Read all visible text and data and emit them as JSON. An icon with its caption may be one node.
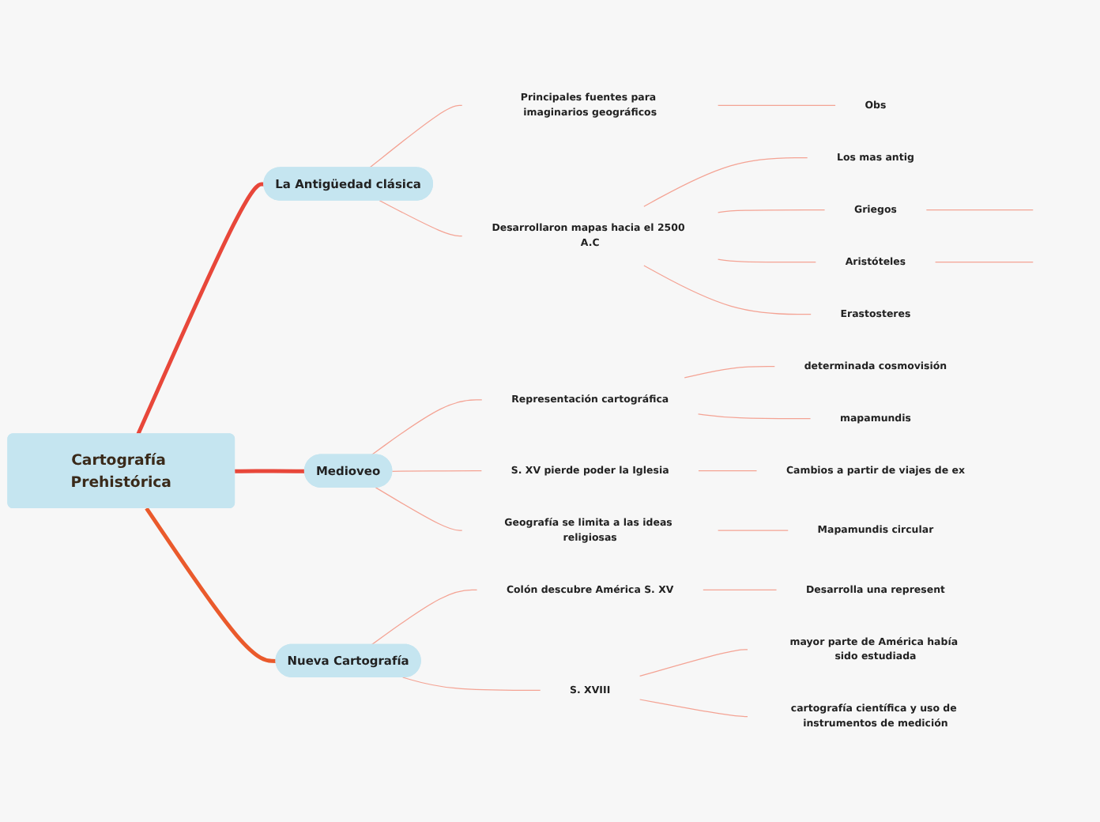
{
  "diagram": {
    "nodes": [
      {
        "text": [
          "Cartografía Prehistórica"
        ]
      },
      {
        "text": [
          "La Antigüedad clásica"
        ]
      },
      {
        "text": [
          "Principales fuentes para imaginarios geográficos"
        ]
      },
      {
        "text": [
          "Obs"
        ]
      },
      {
        "text": [
          "Desarrollaron mapas hacia el 2500 A.C"
        ]
      },
      {
        "text": [
          "Los mas antig"
        ]
      },
      {
        "text": [
          "Griegos"
        ]
      },
      {
        "text": [
          "Aristóteles"
        ]
      },
      {
        "text": [
          "Erastosteres"
        ]
      },
      {
        "text": [
          "Medioveo"
        ]
      },
      {
        "text": [
          "Representación cartográfica"
        ]
      },
      {
        "text": [
          "determinada cosmovisión"
        ]
      },
      {
        "text": [
          "mapamundis"
        ]
      },
      {
        "text": [
          "S. XV pierde poder la Iglesia"
        ]
      },
      {
        "text": [
          "Cambios a partir de viajes de ex"
        ]
      },
      {
        "text": [
          "Geografía se limita a las ideas religiosas"
        ]
      },
      {
        "text": [
          "Mapamundis circular"
        ]
      },
      {
        "text": [
          "Nueva Cartografía"
        ]
      },
      {
        "text": [
          "Colón descubre América S. XV"
        ]
      },
      {
        "text": [
          "Desarrolla una represent"
        ]
      },
      {
        "text": [
          "S. XVIII"
        ]
      },
      {
        "text": [
          "mayor parte de América había sido estudiada"
        ]
      },
      {
        "text": [
          "cartografía científica y uso de instrumentos de medición"
        ]
      }
    ],
    "edges": [
      {
        "from": 0,
        "to": 1,
        "arrow": "none",
        "style": "thick",
        "color": "#e8473a"
      },
      {
        "from": 1,
        "to": 2,
        "arrow": "none"
      },
      {
        "from": 2,
        "to": 3,
        "arrow": "none"
      },
      {
        "from": 1,
        "to": 4,
        "arrow": "none"
      },
      {
        "from": 4,
        "to": 5,
        "arrow": "none"
      },
      {
        "from": 4,
        "to": 6,
        "arrow": "none"
      },
      {
        "from": 6,
        "to": null,
        "arrow": "none"
      },
      {
        "from": 4,
        "to": 7,
        "arrow": "none"
      },
      {
        "from": 7,
        "to": null,
        "arrow": "none"
      },
      {
        "from": 4,
        "to": 8,
        "arrow": "none"
      },
      {
        "from": 0,
        "to": 9,
        "arrow": "none",
        "style": "thick",
        "color": "#e8473a"
      },
      {
        "from": 9,
        "to": 10,
        "arrow": "none"
      },
      {
        "from": 10,
        "to": 11,
        "arrow": "none"
      },
      {
        "from": 10,
        "to": 12,
        "arrow": "none"
      },
      {
        "from": 9,
        "to": 13,
        "arrow": "none"
      },
      {
        "from": 13,
        "to": 14,
        "arrow": "none"
      },
      {
        "from": 9,
        "to": 15,
        "arrow": "none"
      },
      {
        "from": 15,
        "to": 16,
        "arrow": "none"
      },
      {
        "from": 0,
        "to": 17,
        "arrow": "none",
        "style": "thick",
        "color": "#ea5a2c"
      },
      {
        "from": 17,
        "to": 18,
        "arrow": "none"
      },
      {
        "from": 18,
        "to": 19,
        "arrow": "none"
      },
      {
        "from": 17,
        "to": 20,
        "arrow": "none"
      },
      {
        "from": 20,
        "to": 21,
        "arrow": "none"
      },
      {
        "from": 20,
        "to": 22,
        "arrow": "none"
      }
    ]
  }
}
